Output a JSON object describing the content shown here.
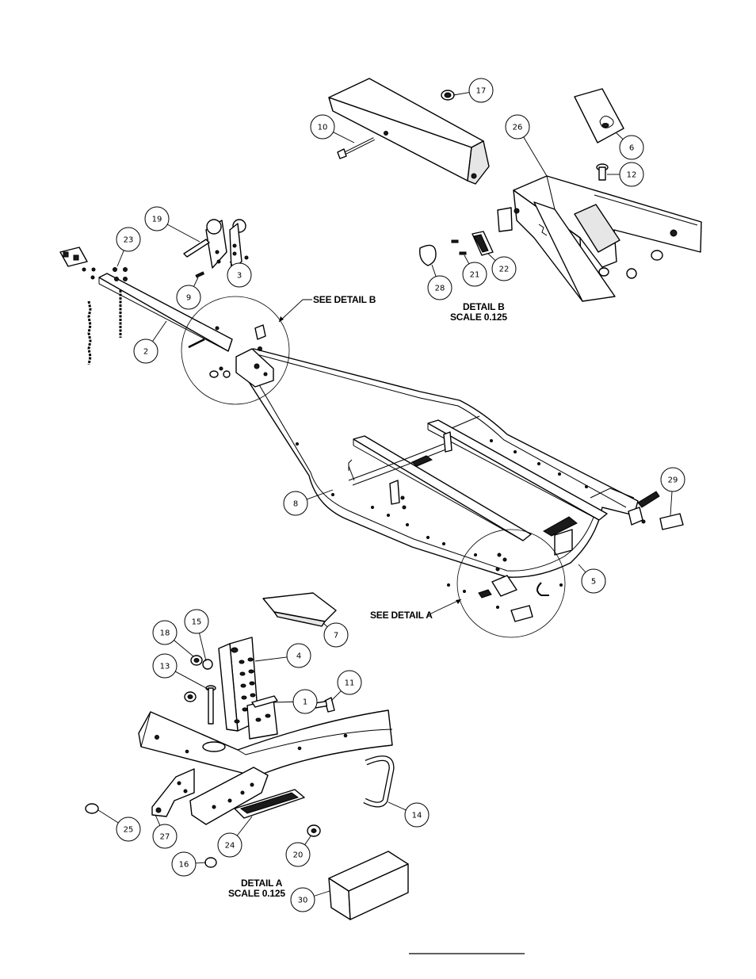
{
  "callouts": [
    {
      "id": "c17",
      "label": "17"
    },
    {
      "id": "c10",
      "label": "10"
    },
    {
      "id": "c26",
      "label": "26"
    },
    {
      "id": "c6",
      "label": "6"
    },
    {
      "id": "c12",
      "label": "12"
    },
    {
      "id": "c19",
      "label": "19"
    },
    {
      "id": "c23",
      "label": "23"
    },
    {
      "id": "c3",
      "label": "3"
    },
    {
      "id": "c9",
      "label": "9"
    },
    {
      "id": "c2",
      "label": "2"
    },
    {
      "id": "c22",
      "label": "22"
    },
    {
      "id": "c21",
      "label": "21"
    },
    {
      "id": "c28",
      "label": "28"
    },
    {
      "id": "c29",
      "label": "29"
    },
    {
      "id": "c8",
      "label": "8"
    },
    {
      "id": "c5",
      "label": "5"
    },
    {
      "id": "c7",
      "label": "7"
    },
    {
      "id": "c15",
      "label": "15"
    },
    {
      "id": "c18",
      "label": "18"
    },
    {
      "id": "c4",
      "label": "4"
    },
    {
      "id": "c13",
      "label": "13"
    },
    {
      "id": "c11",
      "label": "11"
    },
    {
      "id": "c1",
      "label": "1"
    },
    {
      "id": "c14",
      "label": "14"
    },
    {
      "id": "c25",
      "label": "25"
    },
    {
      "id": "c27",
      "label": "27"
    },
    {
      "id": "c24",
      "label": "24"
    },
    {
      "id": "c20",
      "label": "20"
    },
    {
      "id": "c16",
      "label": "16"
    },
    {
      "id": "c30",
      "label": "30"
    }
  ],
  "labels": {
    "see_detail_b": "SEE DETAIL  B",
    "detail_b_title": "DETAIL  B",
    "detail_b_scale": "SCALE  0.125",
    "see_detail_a": "SEE DETAIL  A",
    "detail_a_title": "DETAIL  A",
    "detail_a_scale": "SCALE  0.125"
  }
}
